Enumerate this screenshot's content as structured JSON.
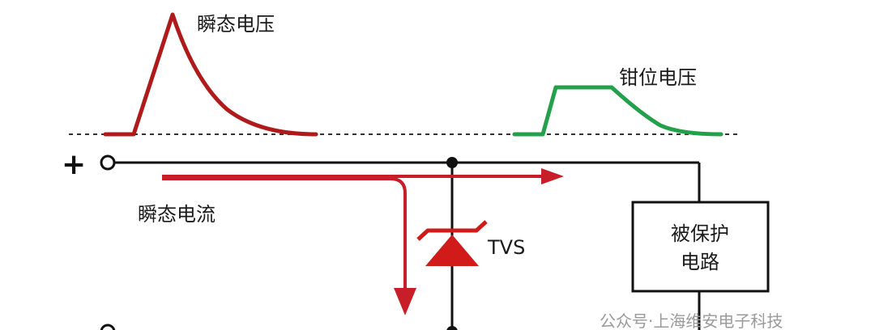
{
  "labels": {
    "transient_voltage": "瞬态电压",
    "clamp_voltage": "钳位电压",
    "transient_current": "瞬态电流",
    "tvs": "TVS",
    "protected_line1": "被保护",
    "protected_line2": "电路",
    "plus": "+",
    "watermark": "公众号·上海维安电子科技"
  },
  "colors": {
    "transient": "#b01a1a",
    "clamp": "#22a04a",
    "wire": "#111111",
    "tvs": "#d11a1a",
    "current_arrow": "#c81e2a"
  }
}
